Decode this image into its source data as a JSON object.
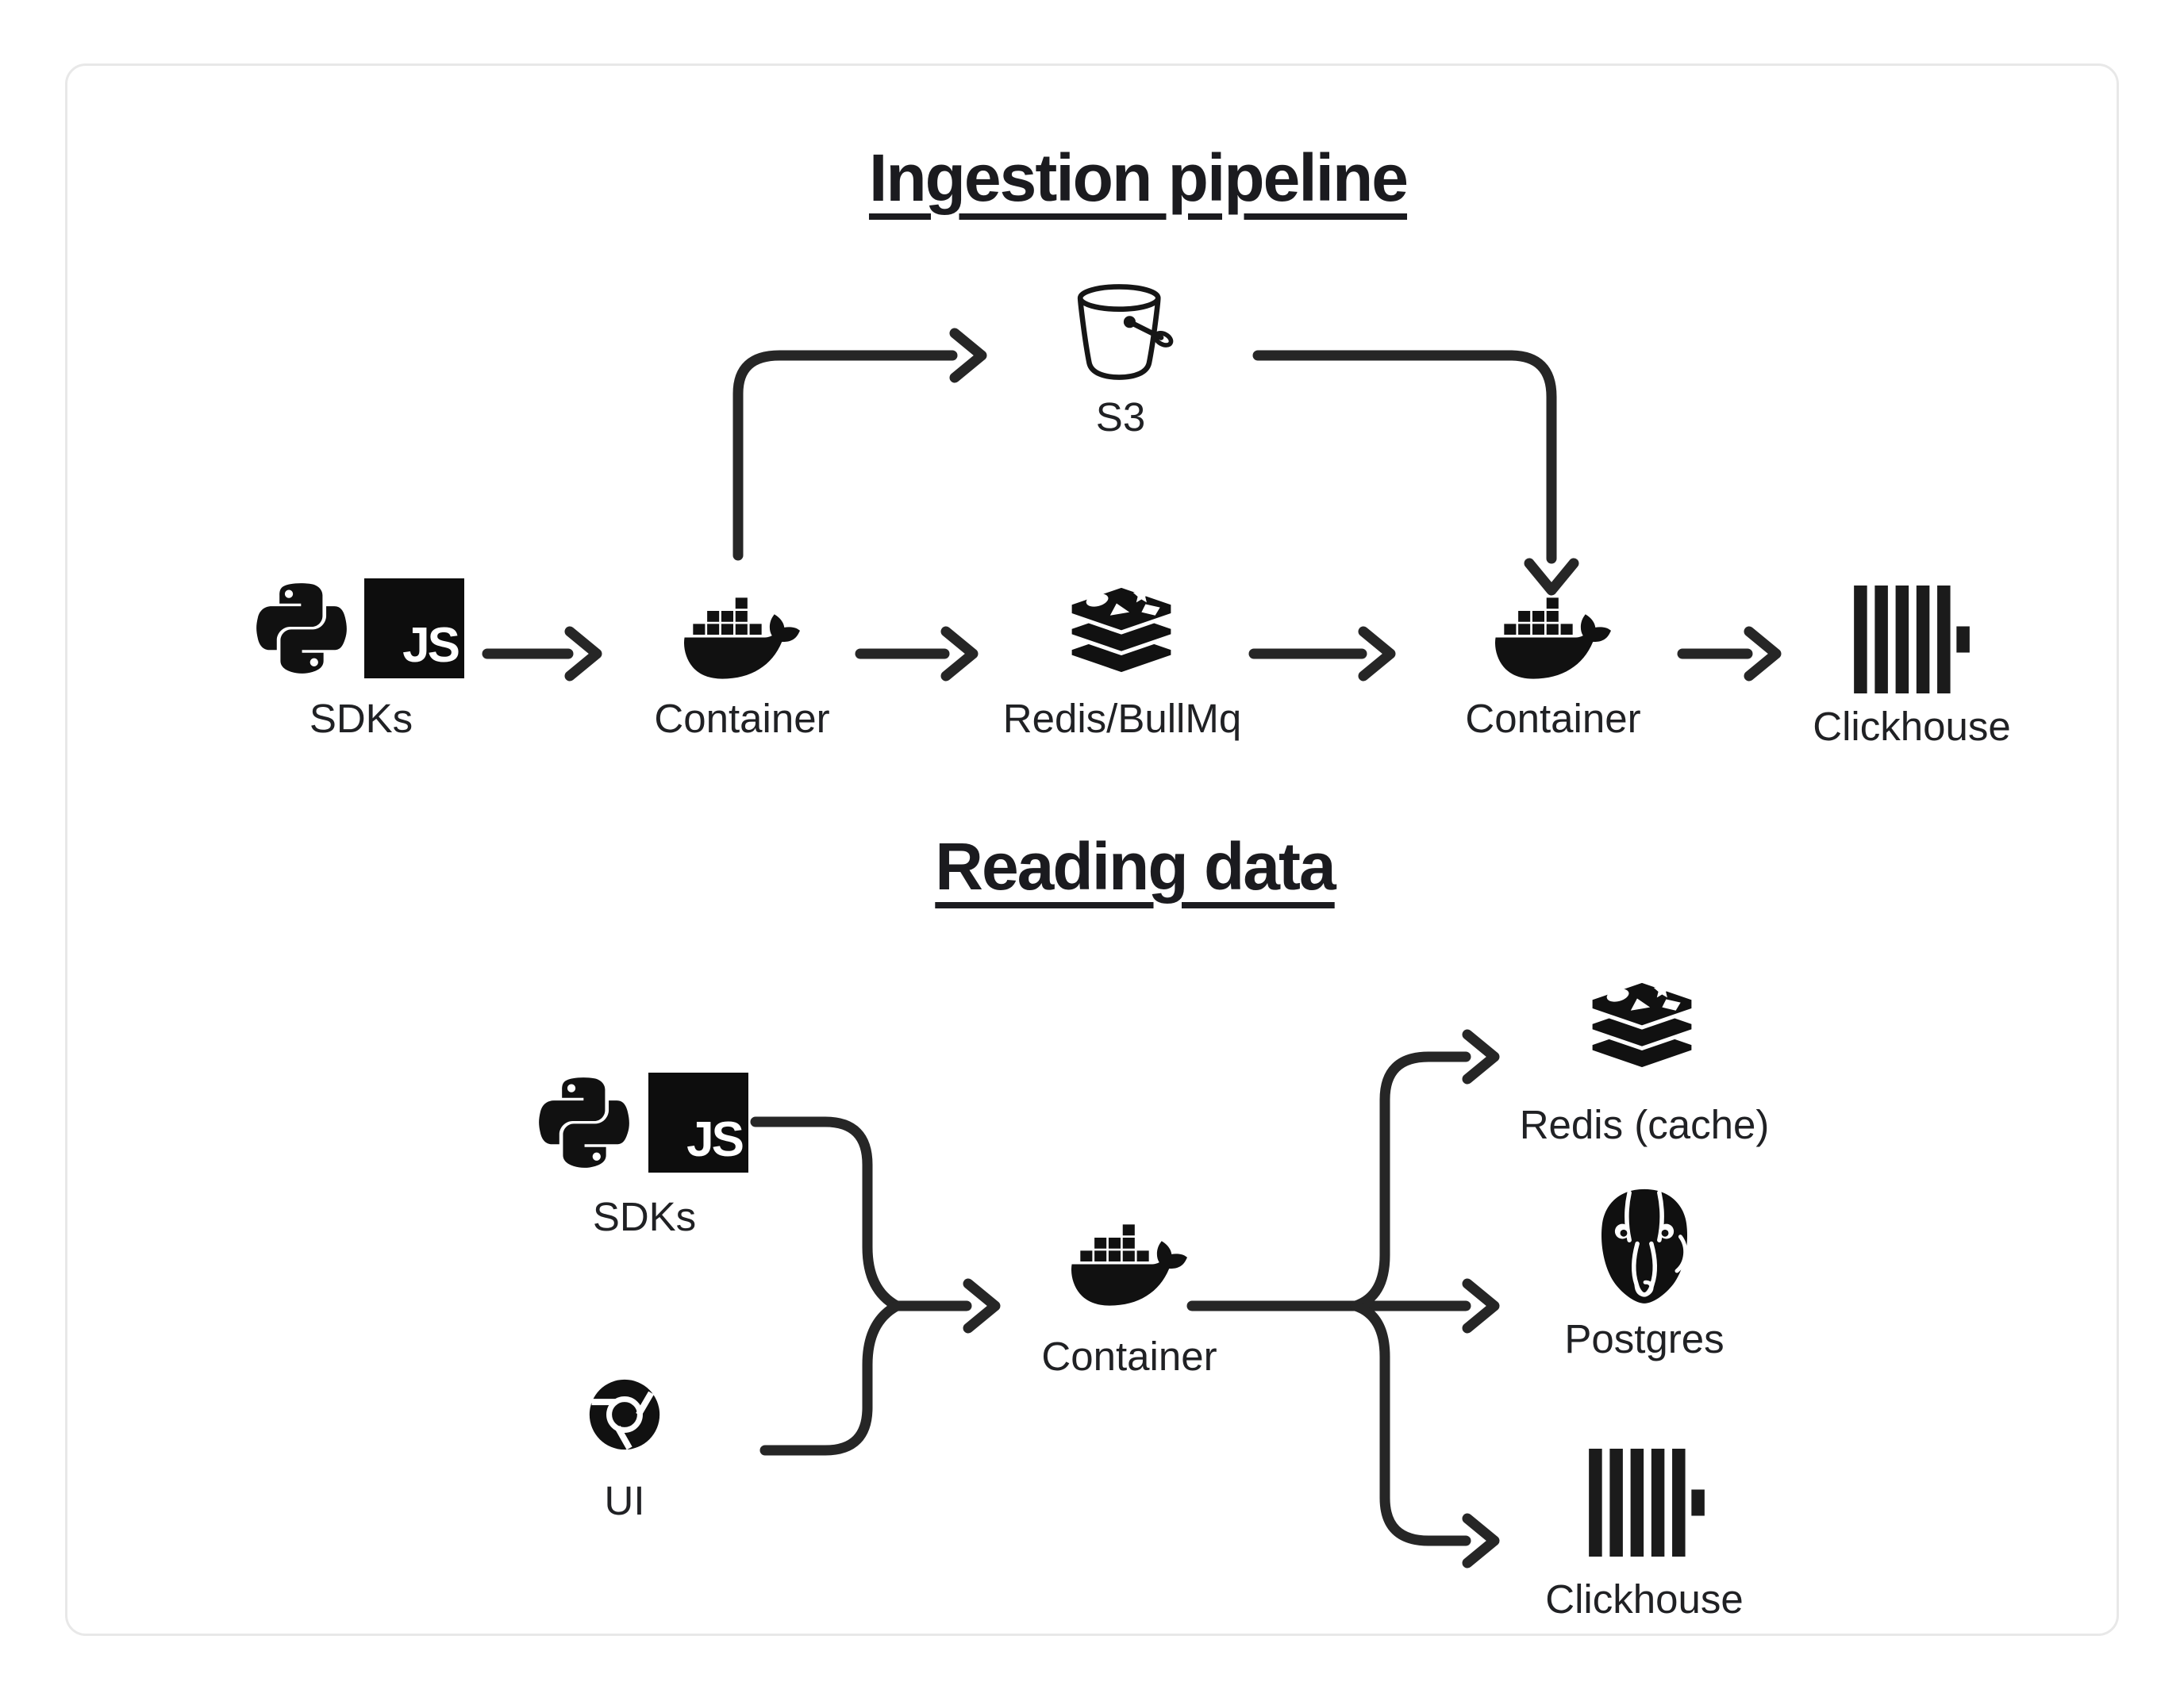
{
  "titles": {
    "ingestion": "Ingestion pipeline",
    "reading": "Reading data"
  },
  "ingestion": {
    "sdks_label": "SDKs",
    "s3_label": "S3",
    "container1_label": "Container",
    "redis_label": "Redis/BullMq",
    "container2_label": "Container",
    "clickhouse_label": "Clickhouse"
  },
  "reading": {
    "sdks_label": "SDKs",
    "ui_label": "UI",
    "container_label": "Container",
    "redis_label": "Redis (cache)",
    "postgres_label": "Postgres",
    "clickhouse_label": "Clickhouse"
  },
  "icons": {
    "js_text": "JS",
    "python": "python-icon",
    "docker": "docker-container-icon",
    "redis": "redis-icon",
    "s3": "s3-bucket-icon",
    "clickhouse": "clickhouse-icon",
    "postgres": "postgres-icon",
    "chrome": "chrome-ui-icon"
  },
  "colors": {
    "ink": "#111111",
    "line": "#262626",
    "card_border": "#e8e8e8",
    "background": "#ffffff"
  }
}
